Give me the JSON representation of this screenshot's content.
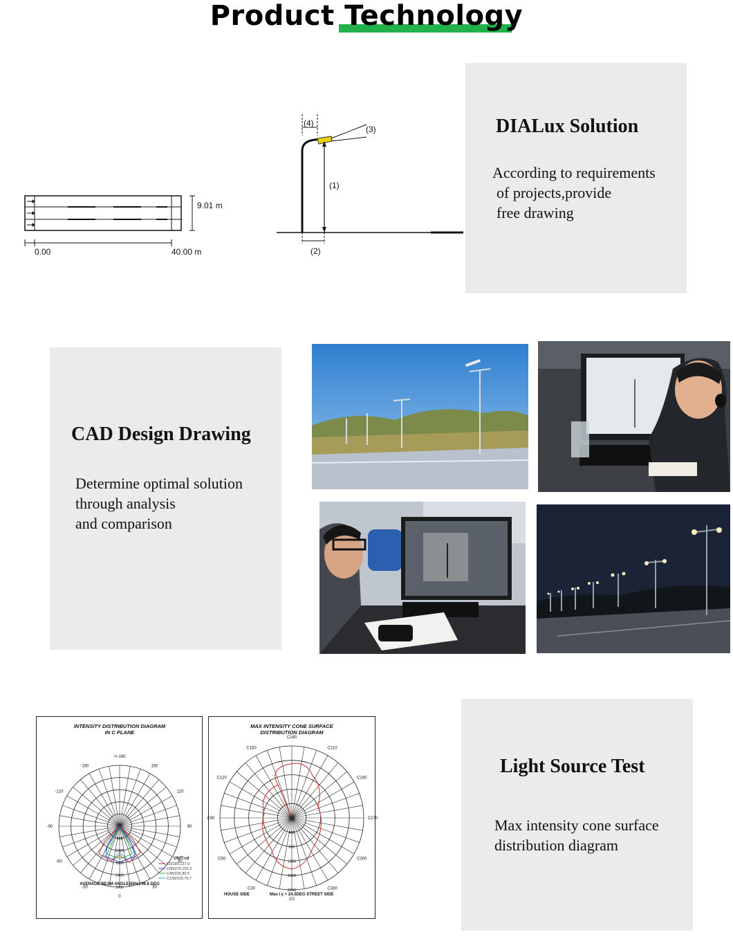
{
  "title": {
    "text": "Product Technology",
    "accent": "#22b14c"
  },
  "road_plan": {
    "width_label": "9.01 m",
    "start_label": "0.00",
    "end_label": "40.00 m"
  },
  "pole_diagram": {
    "label_1": "(1)",
    "label_2": "(2)",
    "label_3": "(3)",
    "label_4": "(4)"
  },
  "dialux": {
    "heading": "DIALux Solution",
    "lines": [
      "According to requirements",
      "of projects,provide",
      "free drawing"
    ]
  },
  "cad": {
    "heading": "CAD Design Drawing",
    "lines": [
      "Determine optimal solution",
      "through analysis",
      "and comparison"
    ]
  },
  "light_test": {
    "heading": "Light Source Test",
    "lines": [
      "Max intensity cone surface",
      "distribution diagram"
    ]
  },
  "polar_left": {
    "title_1": "INTENSITY DISTRIBUTION DIAGRAM",
    "title_2": "IN C PLANE",
    "labels": [
      "+/-180",
      "-150",
      "150",
      "-120",
      "120",
      "-90",
      "90",
      "-60",
      "60",
      "-30",
      "30",
      "0"
    ],
    "ring_labels": [
      "600",
      "1200",
      "1800",
      "2400",
      "3000"
    ],
    "legend_unit": "UNIT:cd",
    "legend": [
      "C0/180,137.0",
      "C90/270,103.3",
      "C45/225,80.5",
      "C135/315,76.7"
    ],
    "footer": "AVERAGE BEAM ANGLE(50%):96.8 DEG"
  },
  "polar_right": {
    "title_1": "MAX INTENSITY CONE SURFACE",
    "title_2": "DISTRIBUTION DIAGRAM",
    "labels": [
      "C180",
      "C150",
      "C210",
      "C120",
      "C240",
      "C90",
      "C270",
      "C60",
      "C300",
      "C30",
      "C330",
      "C0"
    ],
    "ring_labels": [
      "400",
      "800",
      "1200",
      "1600",
      "2000"
    ],
    "footer_left": "HOUSE SIDE",
    "footer_right": "Max I γ = 24.0DEG STREET SIDE"
  }
}
